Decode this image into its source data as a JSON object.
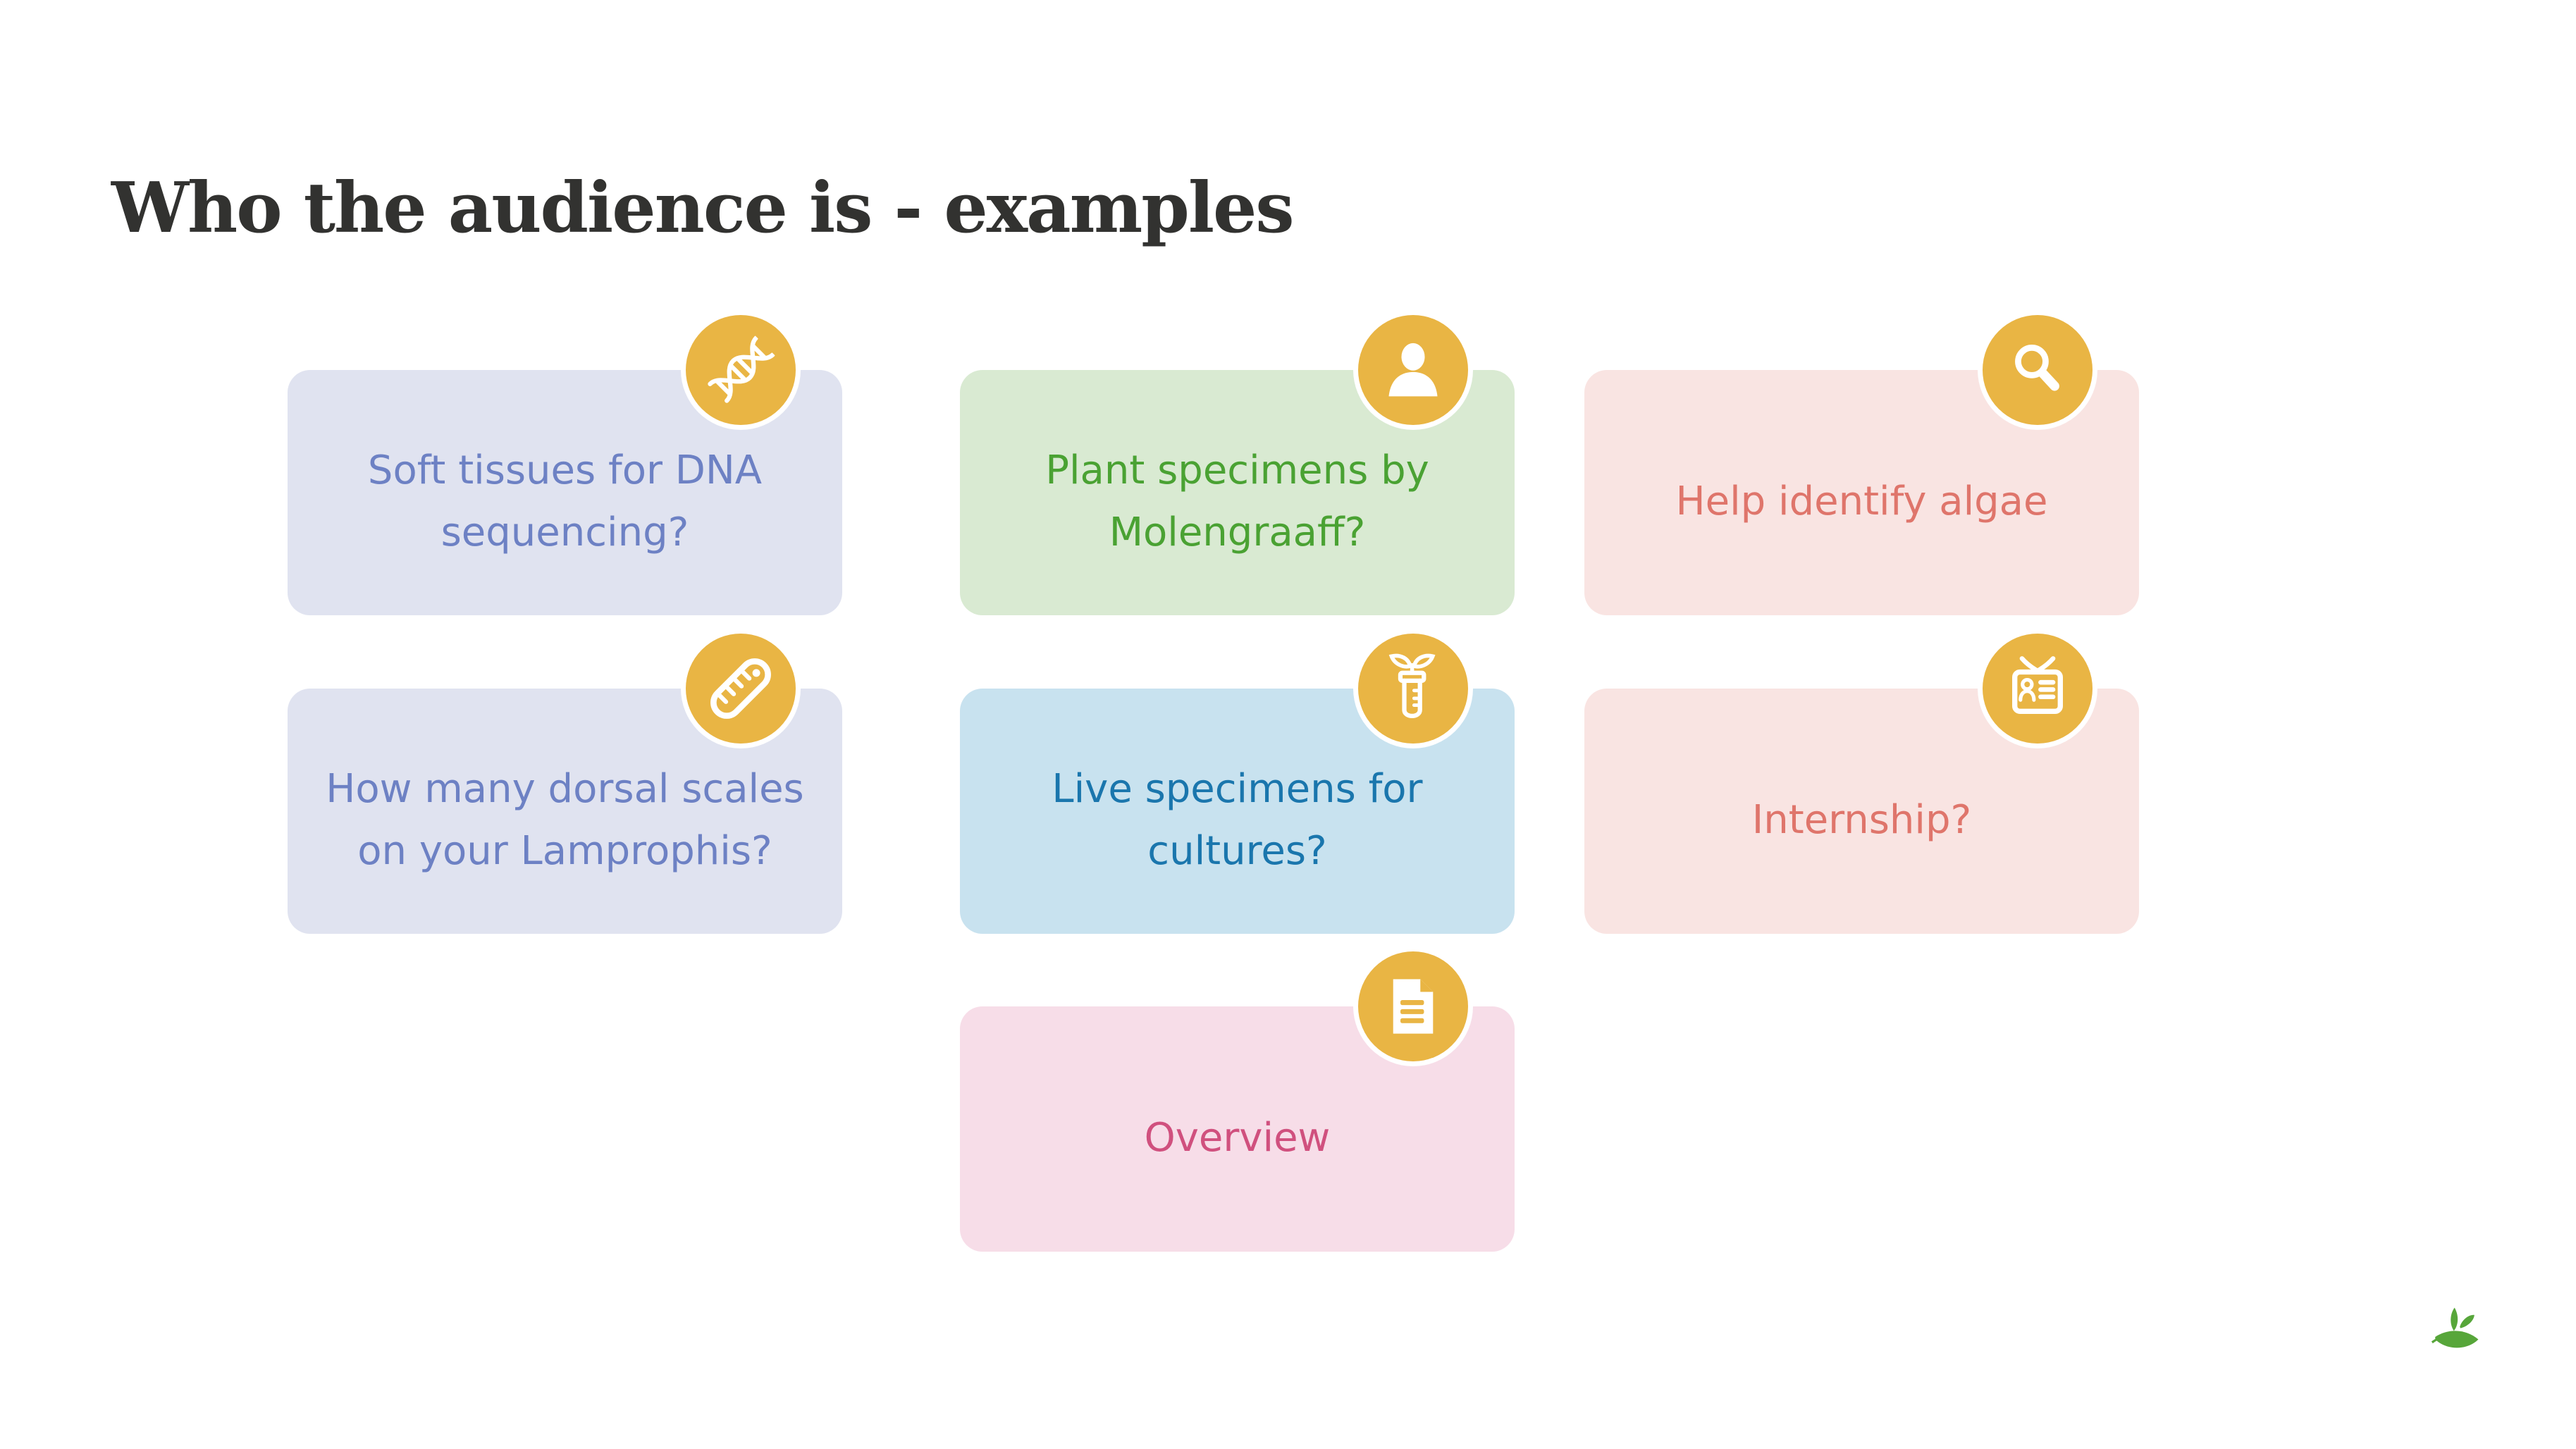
{
  "slide": {
    "title": "Who the audience is - examples"
  },
  "colors": {
    "background": "#ffffff",
    "title": "#323230",
    "icon_circle": "#e9b544",
    "icon_glyph": "#ffffff",
    "logo": "#57a63a"
  },
  "cards": [
    {
      "id": "soft-tissues-dna",
      "label": "Soft tissues for DNA\nsequencing?",
      "bg": "#e0e3f0",
      "text_color": "#6d81c4",
      "icon": "dna-icon",
      "row": 0,
      "col": 0
    },
    {
      "id": "plant-specimens",
      "label": "Plant specimens by\nMolengraaff?",
      "bg": "#d9ead2",
      "text_color": "#4aa233",
      "icon": "user-icon",
      "row": 0,
      "col": 1
    },
    {
      "id": "help-identify-algae",
      "label": "Help identify algae",
      "bg": "#f9e4e2",
      "text_color": "#df756b",
      "icon": "search-icon",
      "row": 0,
      "col": 2
    },
    {
      "id": "dorsal-scales",
      "label": "How many dorsal scales\non your Lamprophis?",
      "bg": "#e0e3f0",
      "text_color": "#6d81c4",
      "icon": "ruler-icon",
      "row": 1,
      "col": 0
    },
    {
      "id": "live-specimens",
      "label": "Live specimens for\ncultures?",
      "bg": "#c8e2ef",
      "text_color": "#1a76ad",
      "icon": "test-tube-icon",
      "row": 1,
      "col": 1
    },
    {
      "id": "internship",
      "label": "Internship?",
      "bg": "#f9e4e2",
      "text_color": "#df756b",
      "icon": "id-badge-icon",
      "row": 1,
      "col": 2
    },
    {
      "id": "overview",
      "label": "Overview",
      "bg": "#f7dde8",
      "text_color": "#d0507e",
      "icon": "document-icon",
      "row": 2,
      "col": 1
    }
  ]
}
